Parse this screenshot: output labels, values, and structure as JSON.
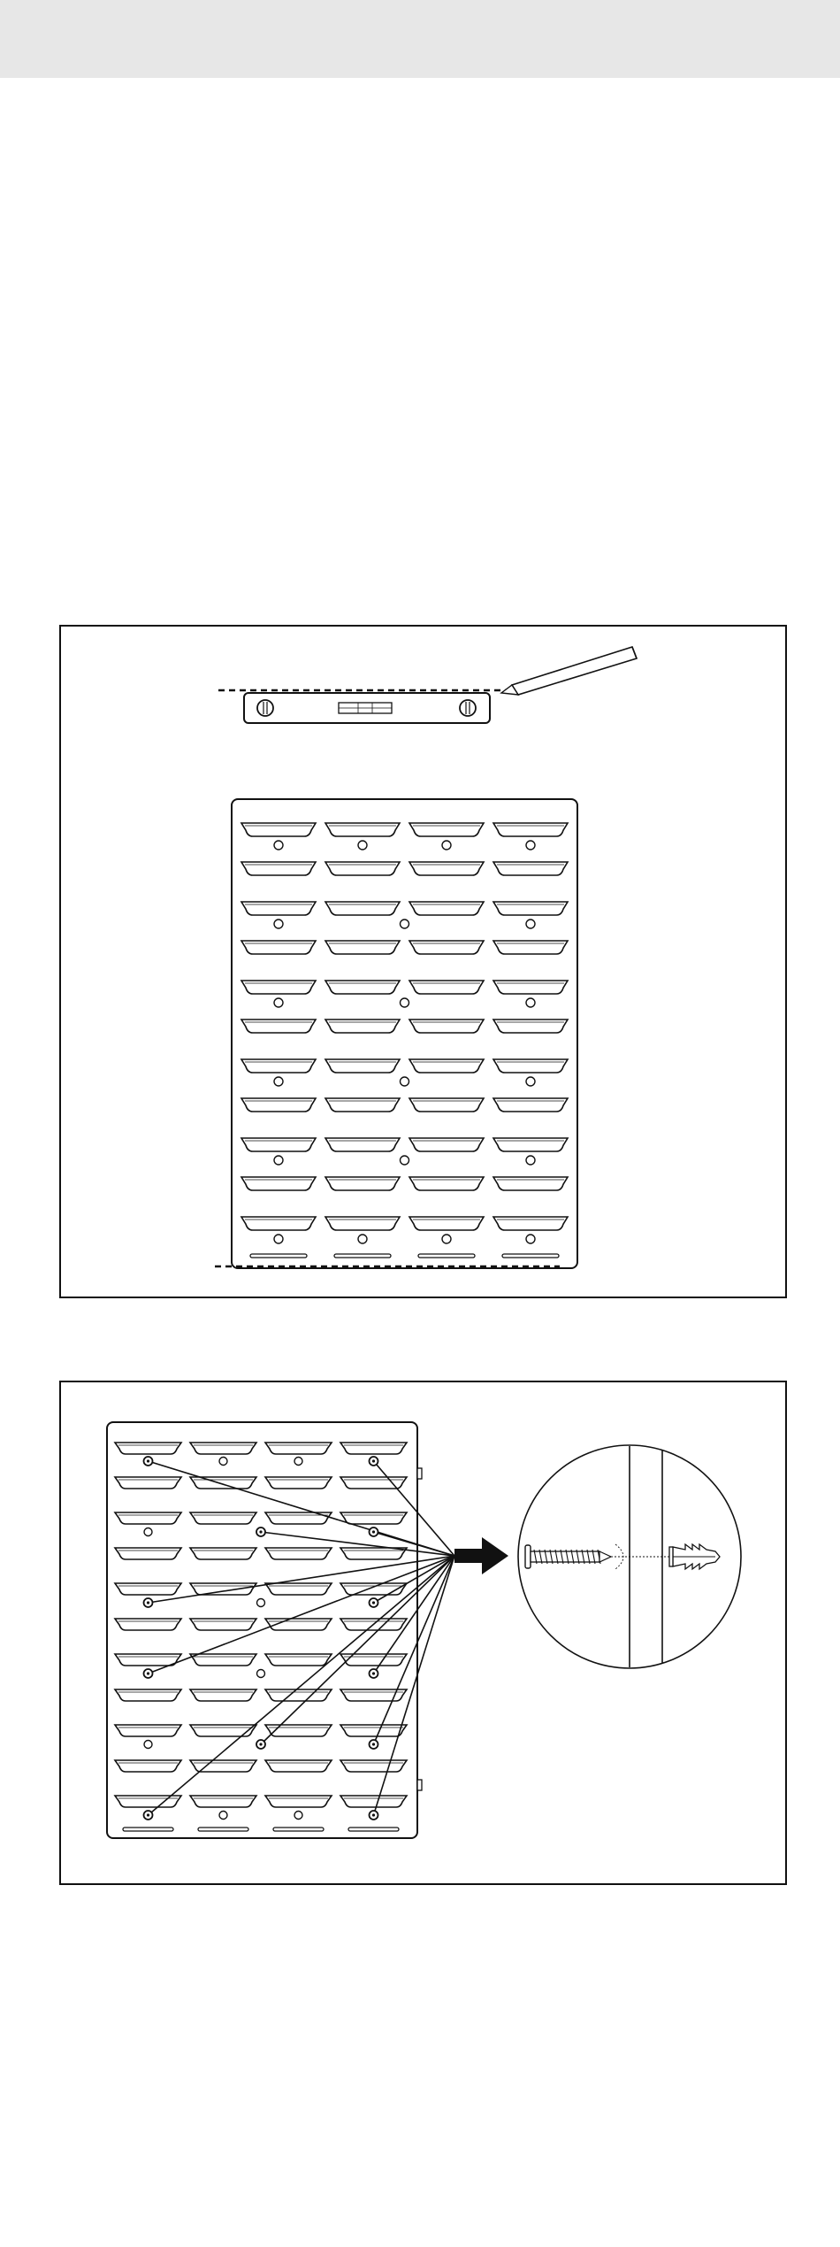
{
  "page": {
    "background": "#ffffff",
    "top_band_color": "#e7e7e7",
    "line_color": "#111111"
  },
  "diagram": {
    "step1": {
      "icons": [
        "spirit-level-icon",
        "pencil-icon",
        "pegboard-icon"
      ],
      "marking_lines": 2,
      "board": {
        "columns": 4,
        "rows": 11
      }
    },
    "step2": {
      "icons": [
        "pegboard-icon",
        "arrow-icon",
        "screw-icon",
        "wall-plug-icon"
      ],
      "screw_points": 12,
      "board": {
        "columns": 4,
        "rows": 11
      }
    }
  }
}
